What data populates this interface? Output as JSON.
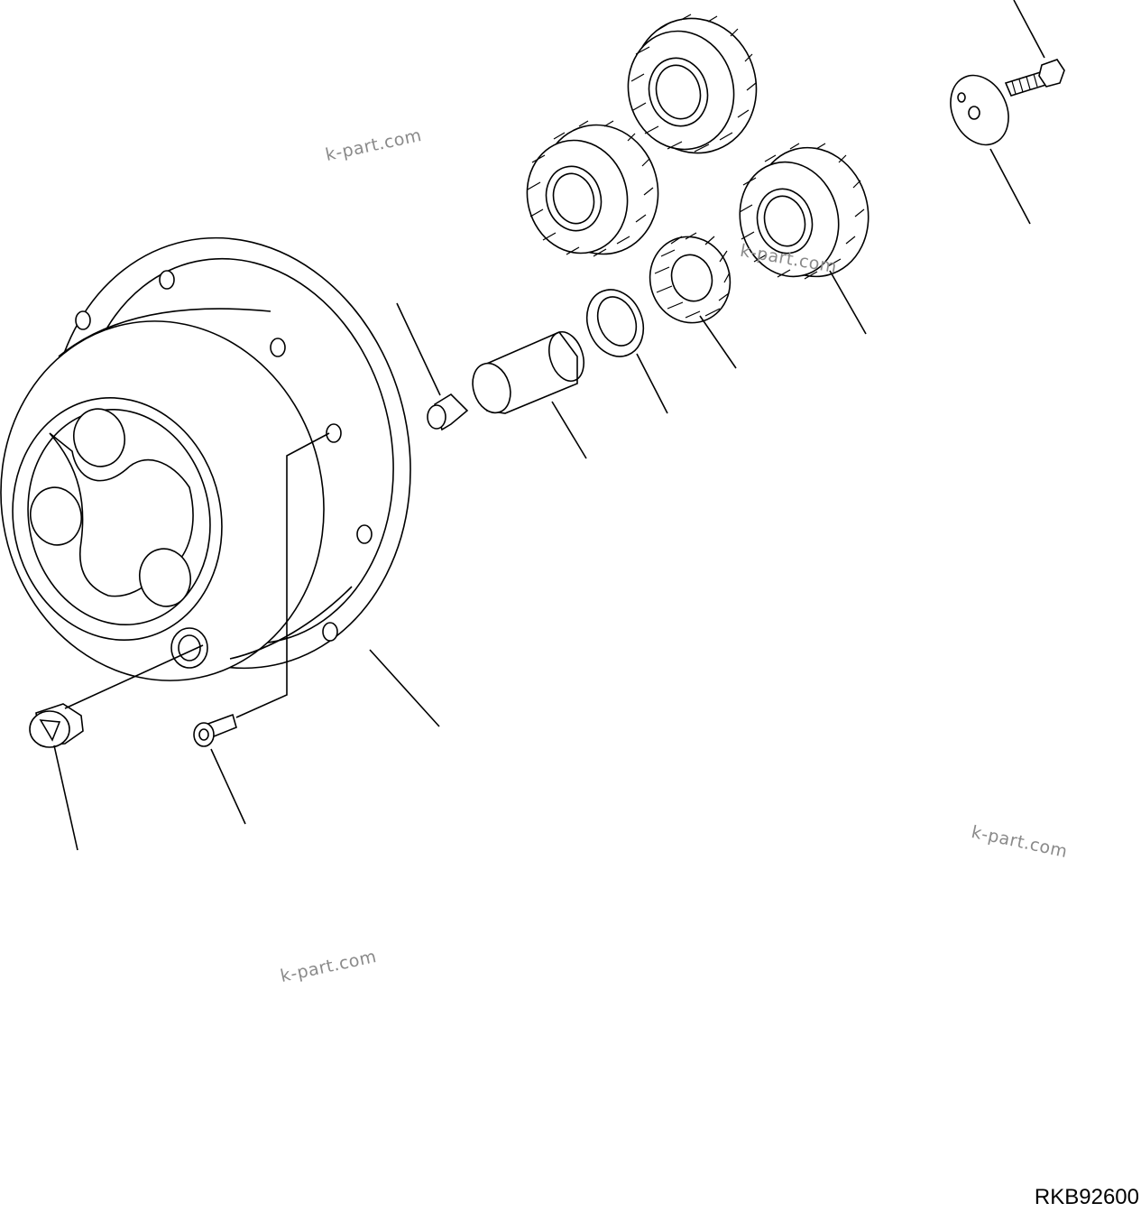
{
  "diagram": {
    "drawing_code": "RKB92600",
    "watermark_text": "k-part.com",
    "parts": [
      {
        "id": "planet-carrier-housing"
      },
      {
        "id": "drain-plug"
      },
      {
        "id": "flat-head-screw"
      },
      {
        "id": "locating-pin"
      },
      {
        "id": "planet-shaft"
      },
      {
        "id": "thrust-washer-ring"
      },
      {
        "id": "needle-roller-bearing"
      },
      {
        "id": "planet-gear"
      },
      {
        "id": "retainer-plate"
      },
      {
        "id": "hex-bolt"
      }
    ]
  }
}
